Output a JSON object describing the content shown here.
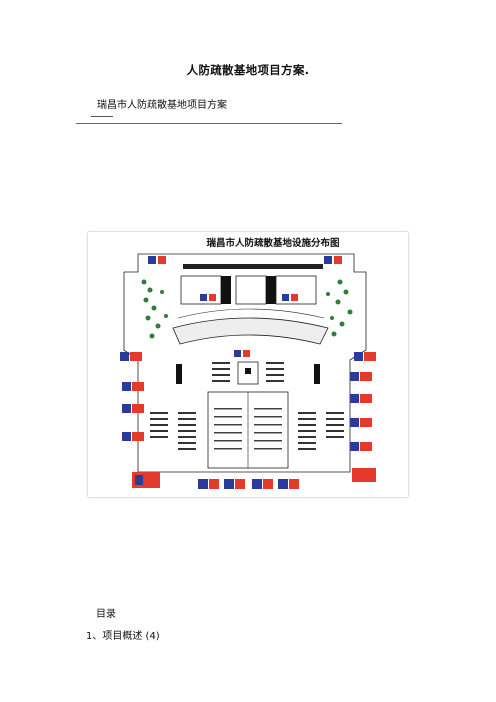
{
  "document": {
    "title": "人防疏散基地项目方案.",
    "subtitle": "瑞昌市人防疏散基地项目方案",
    "toc_heading": "目录",
    "toc_items": [
      "1、项目概述 (4)"
    ]
  },
  "figure": {
    "title": "瑞昌市人防疏散基地设施分布图",
    "colors": {
      "sign_red": "#e33a2c",
      "sign_blue": "#2a3c9a",
      "tree_green": "#2e7d3a",
      "line": "#222222"
    }
  }
}
